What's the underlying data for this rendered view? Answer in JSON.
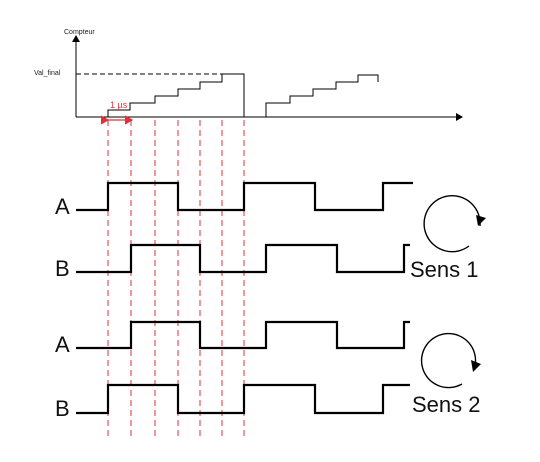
{
  "counter": {
    "axis_label": "Compteur",
    "final_label": "Val_final",
    "period_label": "1 µs"
  },
  "signals": {
    "a1": "A",
    "b1": "B",
    "a2": "A",
    "b2": "B"
  },
  "directions": {
    "sens1": "Sens 1",
    "sens2": "Sens 2"
  },
  "colors": {
    "line": "#000000",
    "marker": "#e0303a"
  },
  "icons": {
    "sens1": "clockwise-arrow-icon",
    "sens2": "counterclockwise-arrow-icon"
  }
}
